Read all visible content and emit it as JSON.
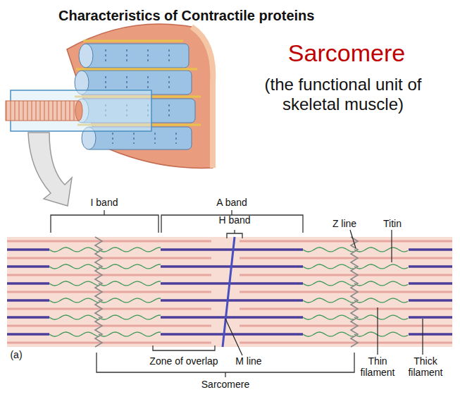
{
  "diagram": {
    "title": "Characteristics of Contractile proteins",
    "labels": [
      "Sarcomere",
      "(the functional unit of skeletal muscle)",
      "I band",
      "A band",
      "H band",
      "Z line",
      "Titin",
      "(a)",
      "Zone of overlap",
      "M line",
      "Thin filament",
      "Thick filament",
      "Sarcomere"
    ]
  }
}
